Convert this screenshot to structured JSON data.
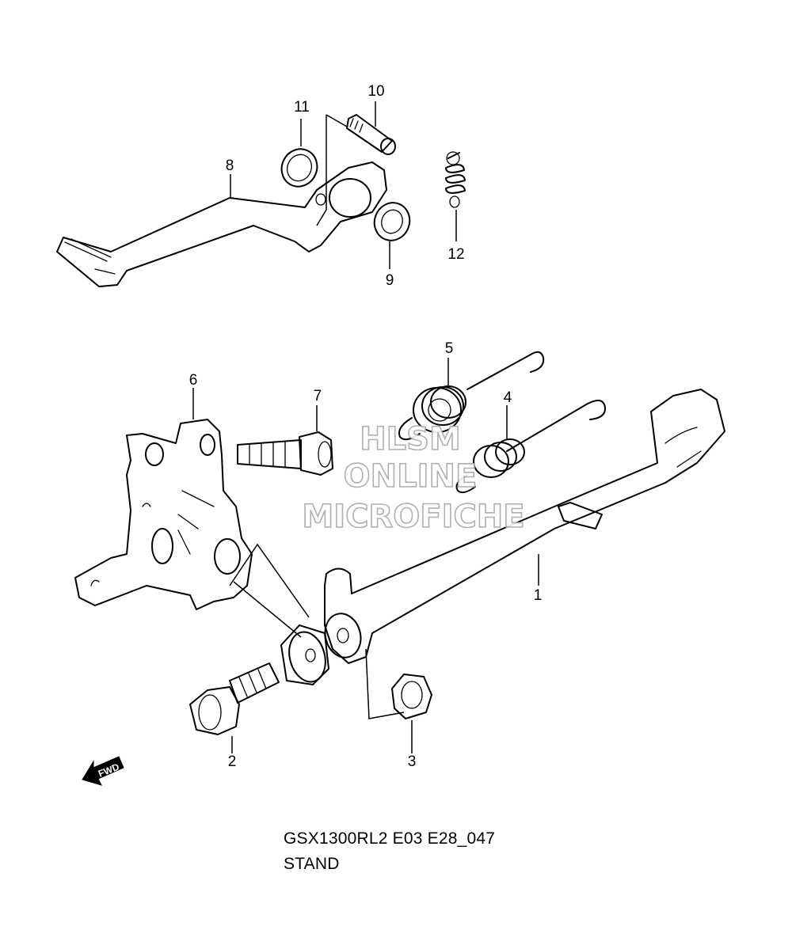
{
  "callouts": [
    "1",
    "2",
    "3",
    "4",
    "5",
    "6",
    "7",
    "8",
    "9",
    "10",
    "11",
    "12"
  ],
  "watermark": {
    "line1": "HLSM",
    "line2": "ONLINE",
    "line3": "MICROFICHE"
  },
  "fwd_label": "FWD",
  "caption": {
    "model": "GSX1300RL2 E03 E28_047",
    "title": "STAND"
  }
}
